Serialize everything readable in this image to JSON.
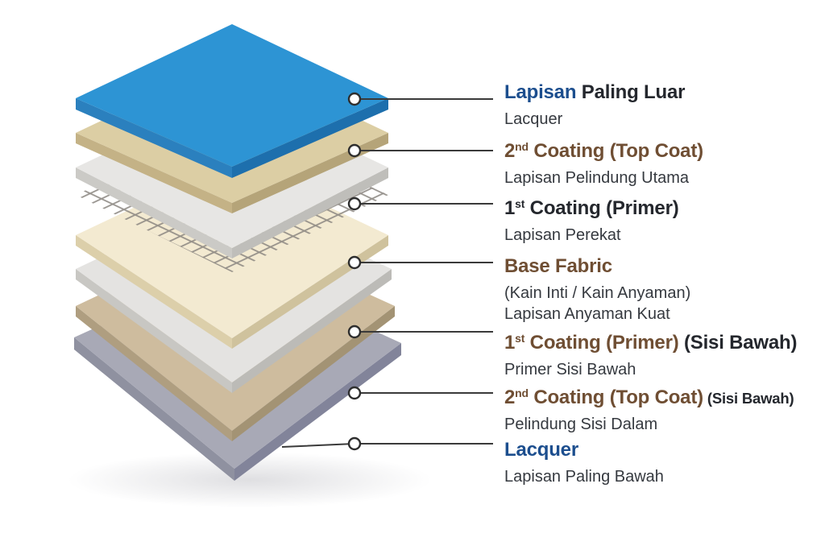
{
  "palette": {
    "bg": "#ffffff",
    "heading-blue": "#1c4e8e",
    "heading-brown": "#6f4e33",
    "heading-dark": "#24272d",
    "subtitle": "#35393f"
  },
  "callouts": {
    "line_color": "#3a3a3a",
    "dot_fill": "#ffffff",
    "dot_stroke": "#2e2e2e"
  },
  "diagram": {
    "mesh": {
      "id": "base-fabric-weave",
      "color": "#8c8882"
    },
    "layers": [
      {
        "id": "lacquer-top",
        "top": "#2d94d4",
        "left": "#2b80be",
        "right": "#1d6fad"
      },
      {
        "id": "top-coat-upper",
        "top": "#dccea4",
        "left": "#c4b286",
        "right": "#b5a479"
      },
      {
        "id": "primer-upper",
        "top": "#e7e6e4",
        "left": "#cbcac6",
        "right": "#bfbeba"
      },
      {
        "id": "base-fabric",
        "top": "#f3ead1",
        "left": "#dccfaa",
        "right": "#cfc29d"
      },
      {
        "id": "primer-lower",
        "top": "#e4e3e1",
        "left": "#c8c7c3",
        "right": "#bcbbb7"
      },
      {
        "id": "top-coat-lower",
        "top": "#cebc9e",
        "left": "#af9e80",
        "right": "#a39374"
      },
      {
        "id": "lacquer-bottom",
        "top": "#a8a9b6",
        "left": "#8f91a0",
        "right": "#82849a"
      }
    ]
  },
  "labels": [
    {
      "tone": "blue",
      "head_main": "Lapisan",
      "tail": " Paling Luar",
      "sub1": "Lacquer"
    },
    {
      "tone": "brown",
      "num": "2",
      "sup": "nd",
      "head_main": " Coating (Top Coat)",
      "sub1": "Lapisan Pelindung Utama"
    },
    {
      "tone": "dark",
      "num": "1",
      "sup": "st",
      "head_main": " Coating (Primer)",
      "sub1": "Lapisan Perekat"
    },
    {
      "tone": "brown",
      "head_main": "Base Fabric",
      "sub1": "(Kain Inti / Kain Anyaman)",
      "sub2": "Lapisan Anyaman Kuat"
    },
    {
      "tone": "brown",
      "num": "1",
      "sup": "st",
      "head_main": " Coating (Primer)",
      "tail": " (Sisi Bawah)",
      "sub1": "Primer Sisi Bawah"
    },
    {
      "tone": "brown",
      "num": "2",
      "sup": "nd",
      "head_main": " Coating (Top Coat)",
      "tail_small": " (Sisi Bawah)",
      "sub1": "Pelindung Sisi Dalam"
    },
    {
      "tone": "blue",
      "head_main": "Lacquer",
      "sub1": "Lapisan Paling Bawah"
    }
  ]
}
